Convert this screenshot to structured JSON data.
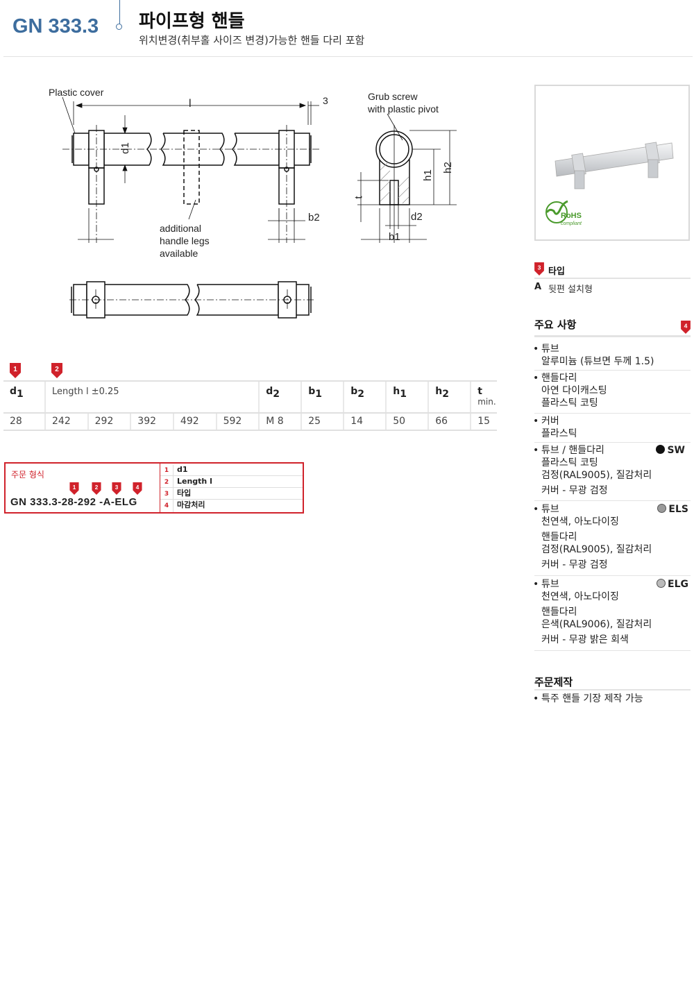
{
  "header": {
    "code": "GN 333.3",
    "title": "파이프형 핸들",
    "subtitle": "위치변경(취부홀 사이즈 변경)가능한 핸들 다리 포함"
  },
  "drawing": {
    "plastic_cover": "Plastic cover",
    "grub_line1": "Grub screw",
    "grub_line2": "with plastic pivot",
    "legs_line1": "additional",
    "legs_line2": "handle legs",
    "legs_line3": "available",
    "dim_l": "l",
    "dim_3": "3",
    "dim_d1": "d1",
    "dim_b2": "b2",
    "dim_t": "t",
    "dim_h1": "h1",
    "dim_h2": "h2",
    "dim_d2": "d2",
    "dim_b1": "b1"
  },
  "badges": {
    "b1": "1",
    "b2": "2",
    "b3": "3",
    "b4": "4"
  },
  "table": {
    "headers": {
      "d1": "d",
      "d1_sub": "1",
      "length": "Length l ±0.25",
      "d2": "d",
      "d2_sub": "2",
      "b1": "b",
      "b1_sub": "1",
      "b2": "b",
      "b2_sub": "2",
      "h1": "h",
      "h1_sub": "1",
      "h2": "h",
      "h2_sub": "2",
      "t": "t",
      "t_min": "min."
    },
    "row": [
      "28",
      "242",
      "292",
      "392",
      "492",
      "592",
      "M 8",
      "25",
      "14",
      "50",
      "66",
      "15"
    ]
  },
  "order": {
    "label": "주문 형식",
    "code": "GN 333.3-28-292 -A-ELG",
    "items": [
      {
        "n": "1",
        "t": "d1"
      },
      {
        "n": "2",
        "t": "Length l"
      },
      {
        "n": "3",
        "t": "타입"
      },
      {
        "n": "4",
        "t": "마감처리"
      }
    ]
  },
  "type_section": {
    "title": "타입",
    "code": "A",
    "desc": "뒷편 설치형"
  },
  "features": {
    "title": "주요 사항",
    "tube_title": "튜브",
    "tube_desc": "알루미늄 (튜브면 두께 1.5)",
    "legs_title": "핸들다리",
    "legs_desc1": "아연 다이캐스팅",
    "legs_desc2": "플라스틱 코팅",
    "cover_title": "커버",
    "cover_desc": "플라스틱",
    "sw_title": "튜브 / 핸들다리",
    "sw_code": "SW",
    "sw_d1": "플라스틱 코팅",
    "sw_d2": "검정(RAL9005), 질감처리",
    "sw_d3": "커버 - 무광 검정",
    "els_title": "튜브",
    "els_code": "ELS",
    "els_d1": "천연색, 아노다이징",
    "els_d2": "핸들다리",
    "els_d3": "검정(RAL9005), 질감처리",
    "els_d4": "커버 - 무광 검정",
    "elg_title": "튜브",
    "elg_code": "ELG",
    "elg_d1": "천연색, 아노다이징",
    "elg_d2": "핸들다리",
    "elg_d3": "은색(RAL9006), 질감처리",
    "elg_d4": "커버 - 무광 밝은 회색"
  },
  "custom": {
    "title": "주문제작",
    "item": "특주 핸들 기장 제작 가능"
  },
  "rohs": {
    "main": "RoHS",
    "sub": "compliant"
  },
  "colors": {
    "brand_blue": "#3d6d9e",
    "red": "#d0222b"
  }
}
